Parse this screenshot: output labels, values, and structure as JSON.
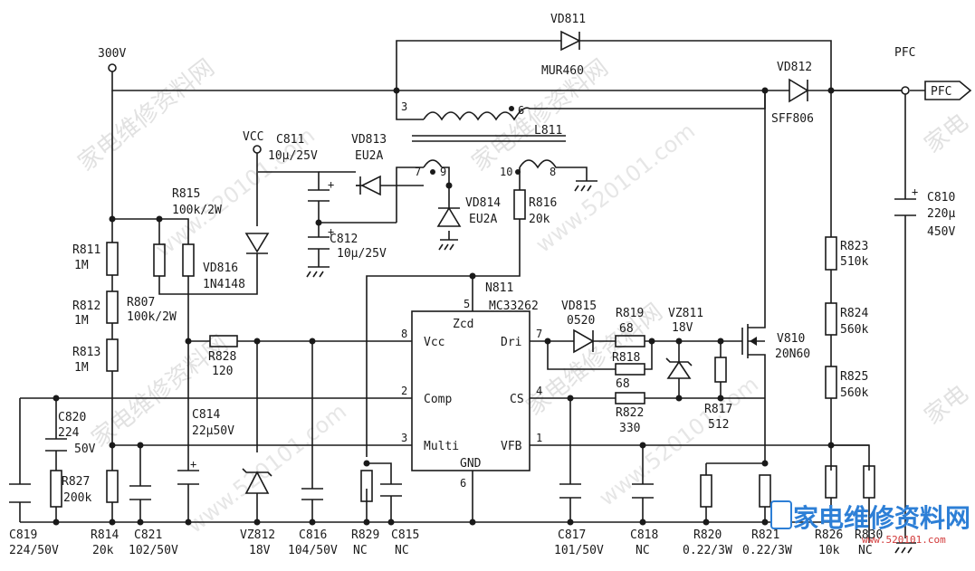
{
  "nodes": {
    "v300": "300V",
    "pfc": "PFC",
    "pfc_flag": "PFC",
    "vcc": "VCC"
  },
  "ic": {
    "ref": "N811",
    "part": "MC33262",
    "pins": {
      "zcd": "Zcd",
      "vcc": "Vcc",
      "comp": "Comp",
      "multi": "Multi",
      "gnd": "GND",
      "dri": "Dri",
      "cs": "CS",
      "vfb": "VFB"
    },
    "pin_numbers": {
      "zcd": "5",
      "vcc": "8",
      "comp": "2",
      "multi": "3",
      "gnd": "6",
      "dri": "7",
      "cs": "4",
      "vfb": "1"
    }
  },
  "transformer": {
    "ref": "L811",
    "pins": {
      "p3": "3",
      "p6": "6",
      "p7": "7",
      "p9": "9",
      "p10": "10",
      "p8": "8"
    }
  },
  "components": {
    "vd811": {
      "ref": "VD811",
      "value": "MUR460"
    },
    "vd812": {
      "ref": "VD812",
      "value": "SFF806"
    },
    "vd813": {
      "ref": "VD813",
      "value": "EU2A"
    },
    "vd814": {
      "ref": "VD814",
      "value": "EU2A"
    },
    "vd815": {
      "ref": "VD815",
      "value": "0520"
    },
    "vd816": {
      "ref": "VD816",
      "value": "1N4148"
    },
    "vz811": {
      "ref": "VZ811",
      "value": "18V"
    },
    "vz812": {
      "ref": "VZ812",
      "value": "18V"
    },
    "v810": {
      "ref": "V810",
      "value": "20N60"
    },
    "c810": {
      "ref": "C810",
      "value": "220µ",
      "value2": "450V"
    },
    "c811": {
      "ref": "C811",
      "value": "10µ/25V"
    },
    "c812": {
      "ref": "C812",
      "value": "10µ/25V"
    },
    "c814": {
      "ref": "C814",
      "value": "22µ50V"
    },
    "c815": {
      "ref": "C815",
      "value": "NC"
    },
    "c816": {
      "ref": "C816",
      "value": "104/50V"
    },
    "c817": {
      "ref": "C817",
      "value": "101/50V"
    },
    "c818": {
      "ref": "C818",
      "value": "NC"
    },
    "c819": {
      "ref": "C819",
      "value": "224/50V"
    },
    "c820": {
      "ref": "C820",
      "value": "224",
      "value2": "50V"
    },
    "c821": {
      "ref": "C821",
      "value": "102/50V"
    },
    "r807": {
      "ref": "R807",
      "value": "100k/2W"
    },
    "r811": {
      "ref": "R811",
      "value": "1M"
    },
    "r812": {
      "ref": "R812",
      "value": "1M"
    },
    "r813": {
      "ref": "R813",
      "value": "1M"
    },
    "r814": {
      "ref": "R814",
      "value": "20k"
    },
    "r815": {
      "ref": "R815",
      "value": "100k/2W"
    },
    "r816": {
      "ref": "R816",
      "value": "20k"
    },
    "r817": {
      "ref": "R817",
      "value": "512"
    },
    "r818": {
      "ref": "R818",
      "value": "68"
    },
    "r819": {
      "ref": "R819",
      "value": "68"
    },
    "r820": {
      "ref": "R820",
      "value": "0.22/3W"
    },
    "r821": {
      "ref": "R821",
      "value": "0.22/3W"
    },
    "r822": {
      "ref": "R822",
      "value": "330"
    },
    "r823": {
      "ref": "R823",
      "value": "510k"
    },
    "r824": {
      "ref": "R824",
      "value": "560k"
    },
    "r825": {
      "ref": "R825",
      "value": "560k"
    },
    "r826": {
      "ref": "R826",
      "value": "10k"
    },
    "r827": {
      "ref": "R827",
      "value": "200k"
    },
    "r828": {
      "ref": "R828",
      "value": "120"
    },
    "r829": {
      "ref": "R829",
      "value": "NC"
    },
    "r830": {
      "ref": "R830",
      "value": "NC"
    }
  },
  "watermarks": {
    "cn": "家电维修资料网",
    "url": "www.520101.com",
    "cn_short": "家电"
  },
  "logo": {
    "text": "家电维修资料网",
    "sub": "www.520101.com"
  },
  "colors": {
    "ink": "#1a1a1a",
    "paper": "#ffffff",
    "watermark": "#c9c9c9",
    "logo": "#2d7fd6"
  }
}
